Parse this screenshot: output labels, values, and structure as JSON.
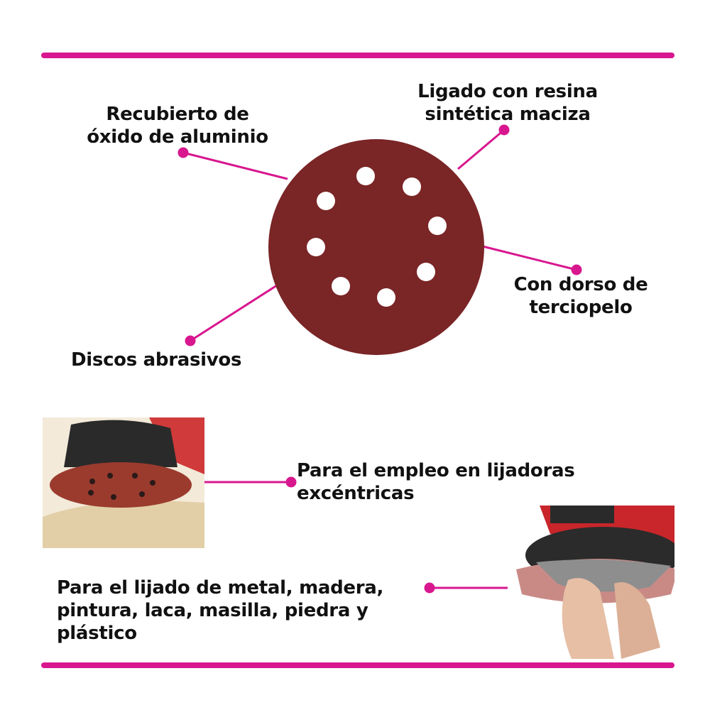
{
  "colors": {
    "accent": "#d8178f",
    "disc": "#7a2526",
    "text": "#111111"
  },
  "callouts": {
    "coating": [
      "Recubierto de",
      "óxido de aluminio"
    ],
    "bonding": [
      "Ligado con resina",
      "sintética maciza"
    ],
    "backing": [
      "Con dorso de",
      "terciopelo"
    ],
    "product": "Discos abrasivos"
  },
  "features": {
    "usage": [
      "Para el empleo en lijadoras",
      "excéntricas"
    ],
    "materials": [
      "Para el lijado de metal, madera,",
      "pintura, laca, masilla, piedra y",
      "plástico"
    ]
  },
  "images": {
    "disc": "sanding-disc-8-holes",
    "photo1": "orbital-sander-on-wood",
    "photo2": "hand-attaching-disc-to-sander"
  }
}
